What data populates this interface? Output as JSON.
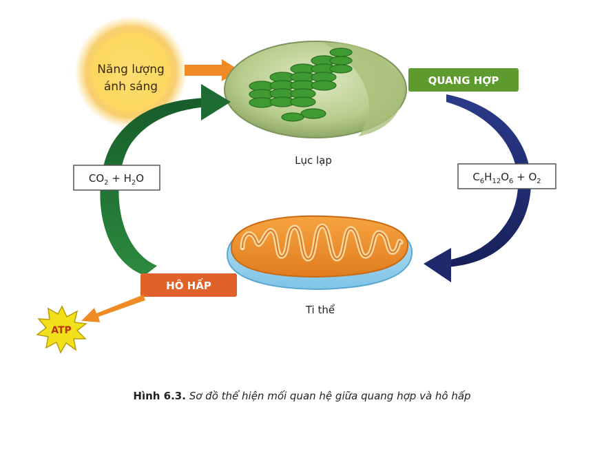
{
  "diagram": {
    "light_label_line1": "Năng lượng",
    "light_label_line2": "ánh sáng",
    "photosynthesis_label": "QUANG HỢP",
    "respiration_label": "HÔ HẤP",
    "chloroplast_label": "Lục lạp",
    "mitochondria_label": "Ti thể",
    "atp_label": "ATP",
    "reactants": {
      "co2": "CO",
      "sub2": "2",
      "plus_h2o": " + H",
      "sub2b": "2",
      "o": "O"
    },
    "products": {
      "c": "C",
      "c_sub": "6",
      "h": "H",
      "h_sub": "12",
      "o": "O",
      "o_sub": "6",
      "plus_o2": " + O",
      "o2_sub": "2"
    }
  },
  "caption": {
    "label": "Hình 6.3.",
    "text": " Sơ đồ thể hiện mối quan hệ giữa quang hợp và hô hấp"
  },
  "colors": {
    "photosynthesis_box": "#5d9b2e",
    "respiration_box": "#e0622a",
    "left_arrow": "#1f6b34",
    "right_arrow": "#1e2a6b",
    "sun": "#f7c84a",
    "light_arrow": "#f08a24"
  }
}
